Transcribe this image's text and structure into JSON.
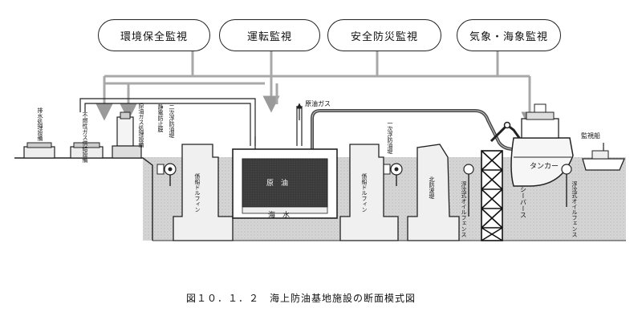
{
  "header_boxes": [
    {
      "label": "環境保全監視"
    },
    {
      "label": "運転監視"
    },
    {
      "label": "安全防災監視"
    },
    {
      "label": "気象・海象監視"
    }
  ],
  "labels": {
    "haisui": "排水処理設備",
    "funen": "不燃性ガス供給設備",
    "genyu_gas": "原油ガス処理設備",
    "seiden": "静電防止膜",
    "niji": "二次浮防油堤",
    "genyu_gas_top": "原油ガス",
    "dolphin1": "係船ドルフィン",
    "genyu": "原　油",
    "suisui": "海　水",
    "ichiji": "一次浮防油堤",
    "dolphin2": "係船ドルフィン",
    "bohatei": "北防波堤",
    "fence1": "浮沈式オイルフェンス",
    "seaberth": "シーバース",
    "tanker": "タンカー",
    "fence2": "浮沈式オイルフェンス",
    "kanshi": "監視船"
  },
  "caption": "図１０．１．２　海上防油基地施設の断面模式図"
}
